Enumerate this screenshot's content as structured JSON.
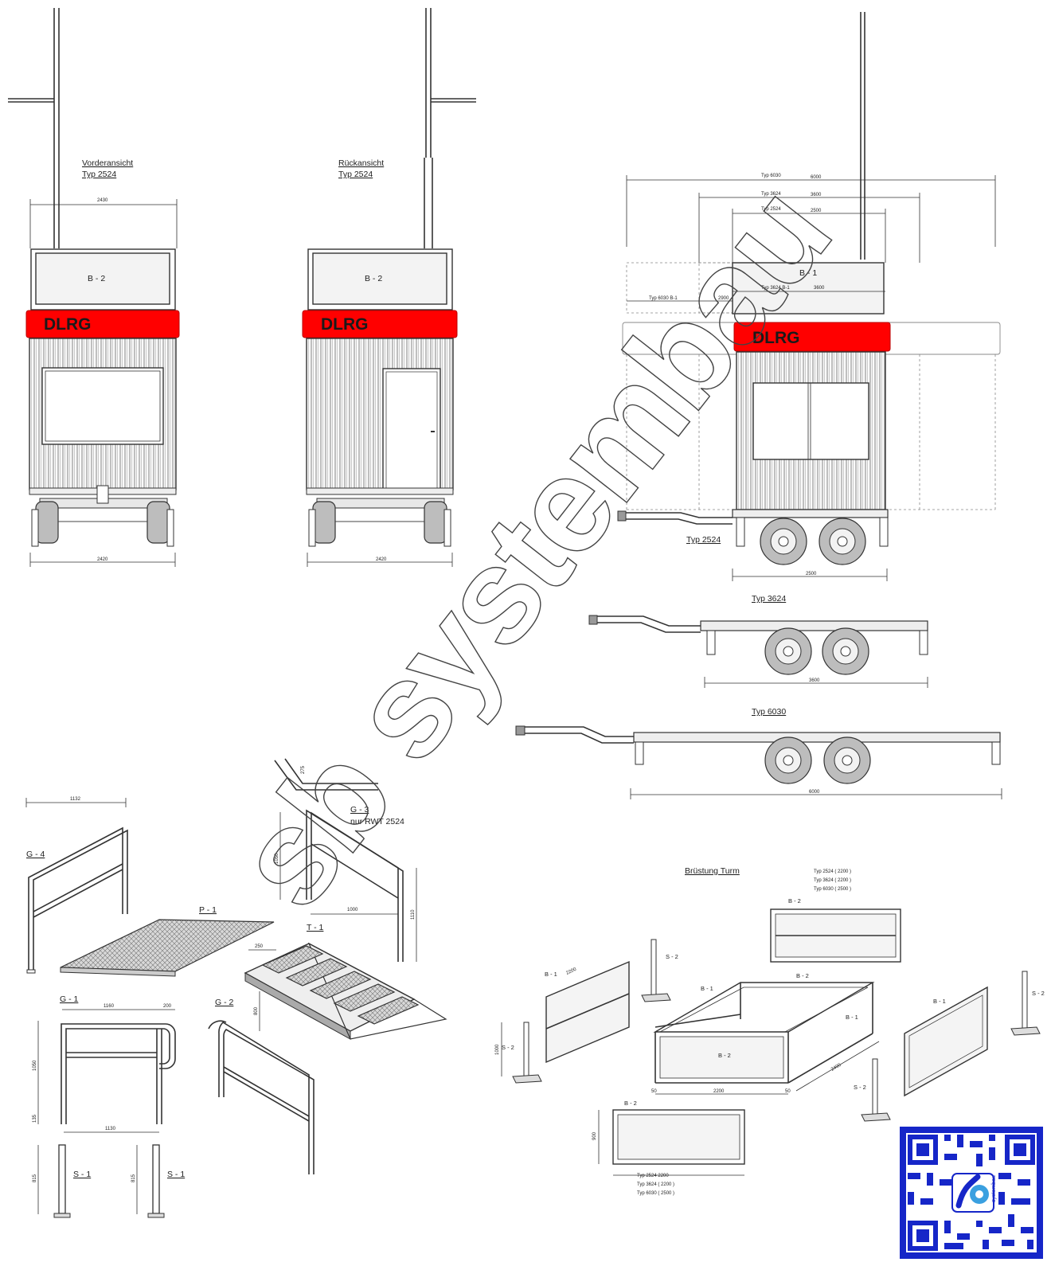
{
  "front_view": {
    "title_line1": "Vorderansicht",
    "title_line2": "Typ 2524",
    "dim_top": "2430",
    "dim_bottom": "2420",
    "panel_label": "B - 2",
    "banner": "DLRG"
  },
  "rear_view": {
    "title_line1": "Rückansicht",
    "title_line2": "Typ 2524",
    "dim_bottom": "2420",
    "panel_label": "B - 2",
    "banner": "DLRG"
  },
  "side_view": {
    "dims": [
      {
        "type": "Typ 6030",
        "value": "6000"
      },
      {
        "type": "Typ 3624",
        "value": "3600"
      },
      {
        "type": "Typ 2524",
        "value": "2500"
      }
    ],
    "panel_label": "B - 1",
    "inner_dim_label": "Typ 3624  B-1",
    "inner_dim_value": "3600",
    "left_dim_label": "Typ 6030  B-1",
    "left_dim_value": "2900",
    "banner": "DLRG",
    "trailer_label": "Typ 2524",
    "trailer_dim": "2500"
  },
  "trailers": [
    {
      "label": "Typ 3624",
      "dim": "3600"
    },
    {
      "label": "Typ 6030",
      "dim": "6000"
    }
  ],
  "parts": {
    "g4_label": "G - 4",
    "g4_dim": "1132",
    "p1_label": "P - 1",
    "g3_label": "G - 3",
    "g3_sub": "nur RWT 2524",
    "g3_dim_height": "1050",
    "g3_dim_width": "1000",
    "g3_dim_right": "1110",
    "g3_angle_dim": "275",
    "t1_label": "T - 1",
    "t1_dim_top": "250",
    "t1_dim_side": "800",
    "g1_label": "G - 1",
    "g1_dim_width": "1160",
    "g1_dim_bend": "200",
    "g1_dim_height": "1050",
    "g1_dim_foot": "135",
    "g1_dim_bottom": "1130",
    "g2_label": "G - 2",
    "s1_label": "S - 1",
    "s1_dim": "815"
  },
  "bruestung": {
    "title": "Brüstung Turm",
    "types": [
      "Typ 2524 ( 2200 )",
      "Typ 3624 ( 2200 )",
      "Typ 6030 ( 2500 )"
    ],
    "b2_label": "B - 2",
    "b1_label": "B - 1",
    "s2_label": "S - 2",
    "dim_2200": "2200",
    "dim_2400": "2400",
    "dim_50a": "50",
    "dim_50b": "50",
    "dim_1000": "1000",
    "dim_900": "900",
    "b2_bottom_types": [
      "Typ 2524   2200",
      "Typ 3624 ( 2200 )",
      "Typ 6030  ( 2500 )"
    ]
  },
  "watermark": "sb systembau",
  "qr_brand": "systembau"
}
